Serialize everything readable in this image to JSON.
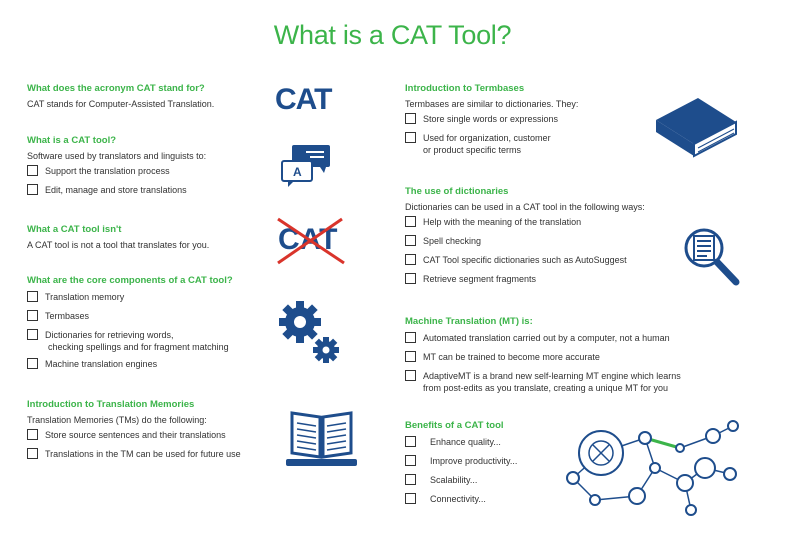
{
  "title": "What is a CAT Tool?",
  "left": {
    "acronym": {
      "heading": "What does the acronym CAT stand for?",
      "text": "CAT stands for Computer-Assisted Translation."
    },
    "what": {
      "heading": "What is a CAT tool?",
      "text": "Software used by translators and linguists to:",
      "items": [
        "Support the translation process",
        "Edit, manage and store translations"
      ]
    },
    "isnt": {
      "heading": "What a CAT tool isn't",
      "text": "A CAT tool is not a tool that translates for you."
    },
    "core": {
      "heading": "What are the core components of a CAT tool?",
      "items": [
        {
          "l1": "Translation memory",
          "l2": ""
        },
        {
          "l1": "Termbases",
          "l2": ""
        },
        {
          "l1": "Dictionaries for retrieving words,",
          "l2": "checking spellings and for fragment matching"
        },
        {
          "l1": "Machine translation engines",
          "l2": ""
        }
      ]
    },
    "tm": {
      "heading": "Introduction to Translation Memories",
      "text": "Translation Memories (TMs) do the following:",
      "items": [
        "Store source sentences and their translations",
        "Translations in the TM can be used for future use"
      ]
    }
  },
  "right": {
    "termbases": {
      "heading": "Introduction to Termbases",
      "text": "Termbases are similar to dictionaries. They:",
      "items": [
        {
          "l1": "Store single words or expressions",
          "l2": ""
        },
        {
          "l1": "Used for organization, customer",
          "l2": "or product specific terms"
        }
      ]
    },
    "dict": {
      "heading": "The use of dictionaries",
      "text": "Dictionaries can be used in a CAT tool in the following ways:",
      "items": [
        "Help with the meaning of the translation",
        "Spell checking",
        "CAT Tool specific dictionaries such as AutoSuggest",
        "Retrieve segment fragments"
      ]
    },
    "mt": {
      "heading": "Machine Translation (MT) is:",
      "items": [
        {
          "l1": "Automated translation carried out by a computer, not a human",
          "l2": ""
        },
        {
          "l1": "MT can be trained to become more accurate",
          "l2": ""
        },
        {
          "l1": "AdaptiveMT is a brand new self-learning MT engine which learns",
          "l2": "from post-edits as you translate, creating a unique MT for you"
        }
      ]
    },
    "benefits": {
      "heading": "Benefits of a CAT tool",
      "items": [
        "Enhance quality...",
        "Improve productivity...",
        "Scalability...",
        "Connectivity..."
      ]
    }
  },
  "icons": {
    "cat_text": "CAT",
    "cat_crossed_text": "CAT"
  },
  "colors": {
    "green": "#3cb44a",
    "blue": "#1e4d8c",
    "red": "#d9342b"
  }
}
